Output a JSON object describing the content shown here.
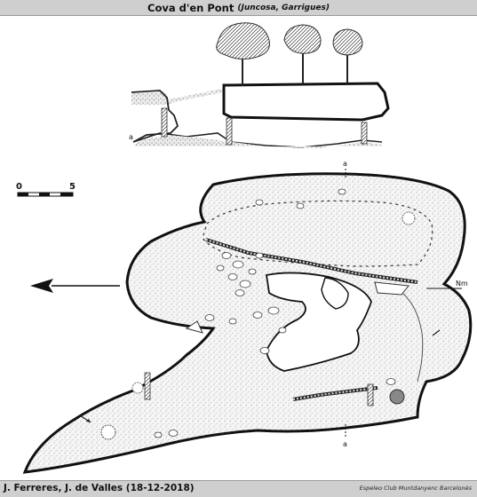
{
  "title": {
    "name": "Cova d'en Pont",
    "location": "(Juncosa, Garrigues)"
  },
  "scale_bar": {
    "start_label": "0",
    "end_label": "5"
  },
  "section_labels": {
    "section_a_top": "a",
    "section_a_bottom": "a",
    "section_a_profile": "a"
  },
  "north_label": "Nm",
  "footer": {
    "authors": "J. Ferreres, J. de Valles (18-12-2018)",
    "club": "Espeleo Club Muntdanyenc Barcelonès"
  }
}
